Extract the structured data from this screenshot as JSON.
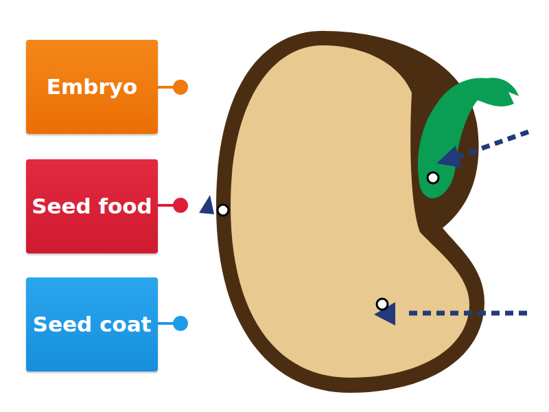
{
  "diagram": {
    "nodes": [
      {
        "text": [
          "Embryo"
        ]
      },
      {
        "text": [
          "Seed food"
        ]
      },
      {
        "text": [
          "Seed coat"
        ]
      }
    ]
  }
}
